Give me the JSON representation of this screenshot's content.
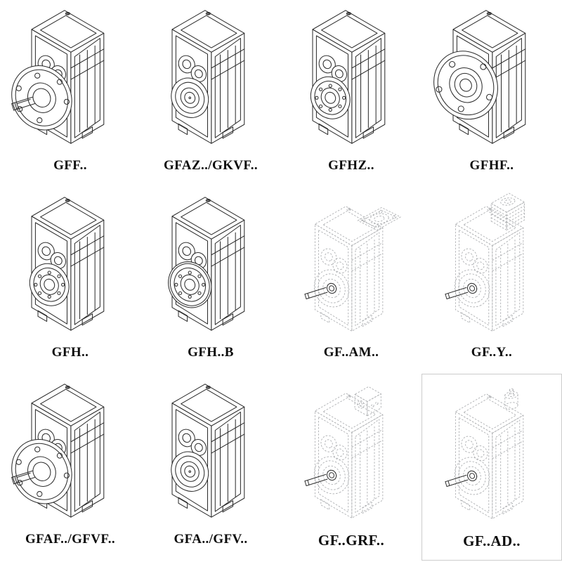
{
  "style": {
    "background": "#ffffff",
    "ink_color": "#2d2d2d",
    "ghost_color": "#a9abae",
    "border_color": "#cccccc"
  },
  "catalog": {
    "items": [
      {
        "label": "GFF..",
        "drawing": "helical-gearbox-output-flange-with-shaft",
        "line_style": "solid",
        "face": "flange-shaft",
        "top": "none"
      },
      {
        "label": "GFAZ../GKVF..",
        "drawing": "helical-gearbox-hollow-output",
        "line_style": "solid",
        "face": "hollow",
        "top": "none"
      },
      {
        "label": "GFHZ..",
        "drawing": "helical-gearbox-hollow-shaft-bearing",
        "line_style": "solid",
        "face": "hollow-bearing",
        "top": "none"
      },
      {
        "label": "GFHF..",
        "drawing": "helical-gearbox-output-flange",
        "line_style": "solid",
        "face": "flange",
        "top": "none"
      },
      {
        "label": "GFH..",
        "drawing": "helical-gearbox-hollow-shaft-bearing",
        "line_style": "solid",
        "face": "hollow-bearing",
        "top": "none"
      },
      {
        "label": "GFH..B",
        "drawing": "helical-gearbox-hollow-shaft-backstop",
        "line_style": "solid",
        "face": "hollow-bearing-b",
        "top": "none"
      },
      {
        "label": "GF..AM..",
        "drawing": "gearbox-with-iec-motor-adapter-flange",
        "line_style": "dashed",
        "face": "hollow",
        "top": "iec-flange"
      },
      {
        "label": "GF..Y..",
        "drawing": "gearbox-with-mounted-motor",
        "line_style": "dashed",
        "face": "hollow",
        "top": "motor"
      },
      {
        "label": "GFAF../GFVF..",
        "drawing": "helical-gearbox-output-flange-with-shaft",
        "line_style": "solid",
        "face": "flange-shaft",
        "top": "none"
      },
      {
        "label": "GFA../GFV..",
        "drawing": "helical-gearbox-hollow-output",
        "line_style": "solid",
        "face": "hollow",
        "top": "none"
      },
      {
        "label": "GF..GRF..",
        "drawing": "gearbox-with-adapter-housing",
        "line_style": "dashed",
        "face": "hollow",
        "top": "adapter"
      },
      {
        "label": "GF..AD..",
        "drawing": "gearbox-with-input-shaft-adapter",
        "line_style": "dashed",
        "face": "hollow",
        "top": "shaft-stub",
        "boxed": true
      }
    ]
  }
}
